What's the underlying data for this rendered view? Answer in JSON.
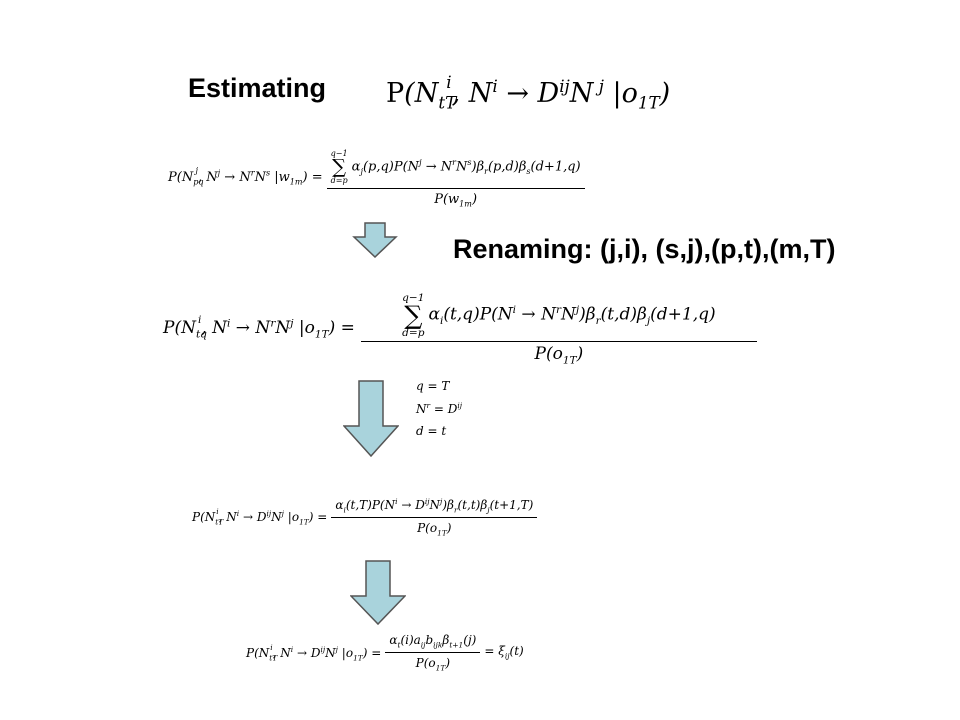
{
  "title": {
    "label": "Estimating",
    "expr": "P(N_tT^i, N^i → D^ij N^j |o_1T)"
  },
  "rename_label": "Renaming: (j,i), (s,j),(p,t),(m,T)",
  "eq1": {
    "lhs": "P(N_pq^j, N^j → N^r N^s |w_1m) =",
    "sum_upper": "q−1",
    "sum_lower": "d=p",
    "numerator": "α_j(p,q)P(N^j → N^r N^s)β_r(p,d)β_s(d+1,q)",
    "denominator": "P(w_1m)"
  },
  "eq2": {
    "lhs": "P(N_tq^i, N^i → N^r N^j |o_1T) =",
    "sum_upper": "q−1",
    "sum_lower": "d=p",
    "numerator": "α_i(t,q)P(N^i → N^r N^j)β_r(t,d)β_j(d+1,q)",
    "denominator": "P(o_1T)"
  },
  "conditions": [
    "q = T",
    "N^r = D^ij",
    "d = t"
  ],
  "eq3": {
    "lhs": "P(N_tT^i, N^i → D^ij N^j |o_1T) =",
    "numerator": "α_i(t,T)P(N^i → D^ij N^j)β_r(t,t)β_j(t+1,T)",
    "denominator": "P(o_1T)"
  },
  "eq4": {
    "lhs": "P(N_tT^i, N^i → D^ij N^j |o_1T) =",
    "numerator": "α_t(i)a_ij b_ijk β_t+1(j)",
    "denominator": "P(o_1T)",
    "rhs": "= ξ_ij(t)"
  },
  "colors": {
    "arrow_fill": "#a9d3dc",
    "arrow_stroke": "#555555"
  }
}
